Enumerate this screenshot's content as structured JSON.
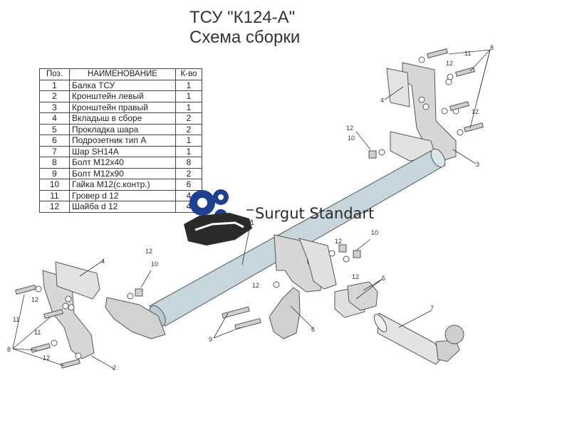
{
  "header": {
    "title": "ТСУ \"К124-А\"",
    "subtitle": "Схема сборки"
  },
  "parts_table": {
    "headers": [
      "Поз.",
      "НАИМЕНОВАНИЕ",
      "К-во"
    ],
    "rows": [
      {
        "pos": "1",
        "name": "Балка ТСУ",
        "qty": "1"
      },
      {
        "pos": "2",
        "name": "Кронштейн левый",
        "qty": "1"
      },
      {
        "pos": "3",
        "name": "Кронштейн правый",
        "qty": "1"
      },
      {
        "pos": "4",
        "name": "Вкладыш в сборе",
        "qty": "2"
      },
      {
        "pos": "5",
        "name": "Прокладка шара",
        "qty": "2"
      },
      {
        "pos": "6",
        "name": "Подрозетник тип А",
        "qty": "1"
      },
      {
        "pos": "7",
        "name": "Шар SH14A",
        "qty": "1"
      },
      {
        "pos": "8",
        "name": "Болт М12х40",
        "qty": "8"
      },
      {
        "pos": "9",
        "name": "Болт М12х90",
        "qty": "2"
      },
      {
        "pos": "10",
        "name": "Гайка М12(с.контр.)",
        "qty": "6"
      },
      {
        "pos": "11",
        "name": "Гровер d 12",
        "qty": "4"
      },
      {
        "pos": "12",
        "name": "Шайба d 12",
        "qty": "4"
      }
    ]
  },
  "watermark": {
    "text": "Surgut Standart",
    "colors": {
      "gear": "#1f3f8f",
      "car": "#2a2a2a"
    }
  },
  "callouts": {
    "c1": "1",
    "c2": "2",
    "c3": "3",
    "c4a": "4",
    "c4b": "4",
    "c5": "5",
    "c6": "6",
    "c7": "7",
    "c8a": "8",
    "c8b": "8",
    "c9": "9",
    "c10a": "10",
    "c10b": "10",
    "c10c": "10",
    "c11a": "11",
    "c11b": "11",
    "c11c": "11",
    "c12a": "12",
    "c12b": "12",
    "c12c": "12",
    "c12d": "12",
    "c12e": "12",
    "c12f": "12",
    "c12g": "12",
    "c12h": "12",
    "c12i": "12"
  },
  "colors": {
    "beam": "#c6d6dc",
    "bracket": "#d7d7d7",
    "outline": "#555555"
  }
}
